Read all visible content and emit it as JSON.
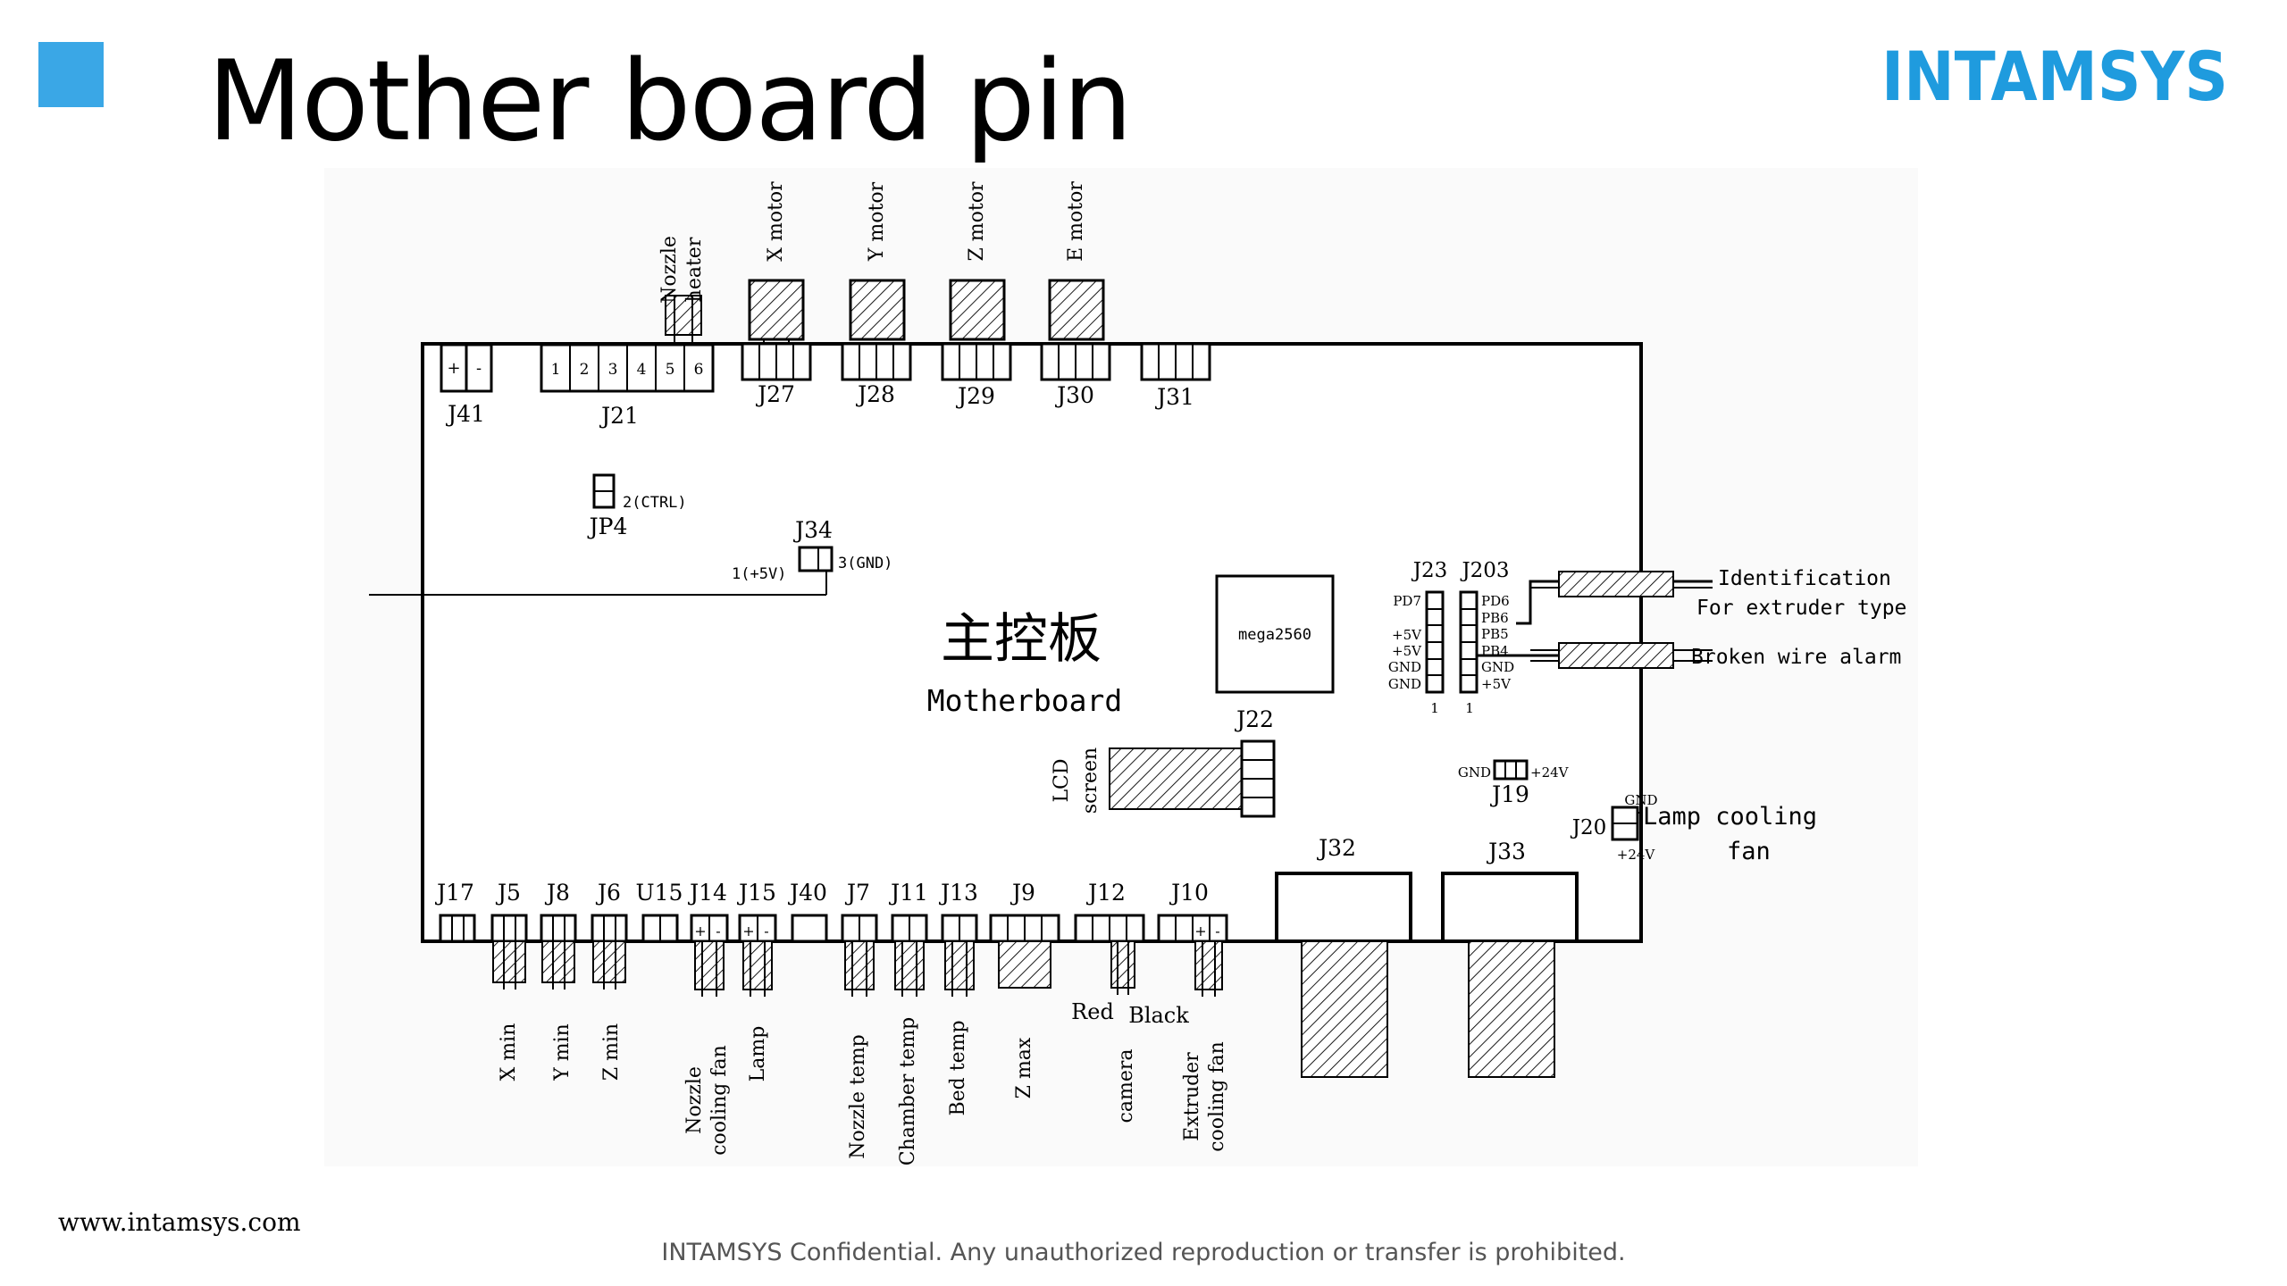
{
  "slide": {
    "title": "Mother board pin",
    "website": "www.intamsys.com",
    "footer": "INTAMSYS Confidential. Any unauthorized reproduction or transfer is prohibited.",
    "accent_color": "#3aa7e6",
    "logo_text": "INTAMSYS",
    "logo_color": "#1f9bde"
  },
  "diagram": {
    "board_label_cn": "主控板",
    "board_label_en": "Motherboard",
    "mcu": "mega2560",
    "top_connectors": {
      "j41": "J41",
      "j41_pins": [
        "+",
        "-"
      ],
      "j21": "J21",
      "j21_pins": [
        "1",
        "2",
        "3",
        "4",
        "5",
        "6"
      ],
      "j27": "J27",
      "j28": "J28",
      "j29": "J29",
      "j30": "J30",
      "j31": "J31"
    },
    "top_devices": {
      "nozzle_heater_1": "Nozzle",
      "nozzle_heater_2": "heater",
      "x_motor": "X motor",
      "y_motor": "Y motor",
      "z_motor": "Z motor",
      "e_motor": "E motor"
    },
    "jumpers": {
      "jp4": "JP4",
      "jp4_pin": "2(CTRL)",
      "j34": "J34",
      "j34_pin1": "1(+5V)",
      "j34_pin3": "3(GND)"
    },
    "j23": {
      "label": "J23",
      "pins": [
        "PD7",
        "",
        "+5V",
        "+5V",
        "GND",
        "GND"
      ],
      "index": "1"
    },
    "j203": {
      "label": "J203",
      "pins": [
        "PD6",
        "PB6",
        "PB5",
        "PB4",
        "GND",
        "+5V"
      ],
      "index": "1"
    },
    "right_labels": {
      "identification": "Identification",
      "extruder_type": "For extruder type",
      "broken_wire": "Broken wire alarm",
      "lamp_fan_1": "Lamp cooling",
      "lamp_fan_2": "fan"
    },
    "j22": {
      "label": "J22",
      "lcd_1": "LCD",
      "lcd_2": "screen"
    },
    "j19": {
      "label": "J19",
      "gnd": "GND",
      "v24": "+24V"
    },
    "j20": {
      "label": "J20",
      "gnd": "GND",
      "v24": "+24V"
    },
    "j32": "J32",
    "j33": "J33",
    "bottom_connectors": {
      "j17": "J17",
      "j5": "J5",
      "j8": "J8",
      "j6": "J6",
      "u15": "U15",
      "j14": "J14",
      "j15": "J15",
      "j40": "J40",
      "j7": "J7",
      "j11": "J11",
      "j13": "J13",
      "j9": "J9",
      "j12": "J12",
      "j10": "J10"
    },
    "polarity": {
      "plus": "+",
      "minus": "-"
    },
    "bottom_devices": {
      "x_min": "X min",
      "y_min": "Y min",
      "z_min": "Z min",
      "nozzle_fan_1": "Nozzle",
      "nozzle_fan_2": "cooling fan",
      "lamp": "Lamp",
      "nozzle_temp": "Nozzle temp",
      "chamber_temp": "Chamber temp",
      "bed_temp": "Bed temp",
      "z_max": "Z max",
      "camera": "camera",
      "red": "Red",
      "black": "Black",
      "extruder_fan_1": "Extruder",
      "extruder_fan_2": "cooling fan"
    }
  }
}
